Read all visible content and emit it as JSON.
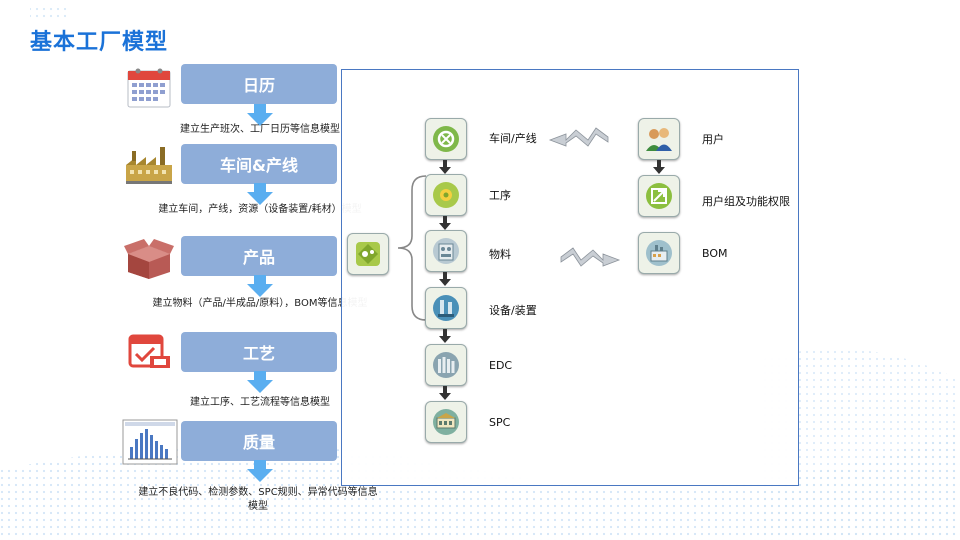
{
  "page": {
    "title": "基本工厂模型"
  },
  "steps": [
    {
      "label": "日历",
      "desc": "建立生产班次、工厂日历等信息模型"
    },
    {
      "label": "车间&产线",
      "desc": "建立车间，产线，资源（设备装置/耗材）模型"
    },
    {
      "label": "产品",
      "desc": "建立物料（产品/半成品/原料），BOM等信息模型"
    },
    {
      "label": "工艺",
      "desc": "建立工序、工艺流程等信息模型"
    },
    {
      "label": "质量",
      "desc": "建立不良代码、检测参数、SPC规则、异常代码等信息模型"
    }
  ],
  "diagram": {
    "nodes": {
      "workshop": "车间/产线",
      "process": "工序",
      "material": "物料",
      "equipment": "设备/装置",
      "edc": "EDC",
      "spc": "SPC",
      "user": "用户",
      "usergroup": "用户组及功能权限",
      "bom": "BOM"
    }
  },
  "colors": {
    "accent": "#1a72d8",
    "step_fill": "#8eadd9",
    "arrow": "#5aaef0",
    "panel_border": "#4a78c2"
  }
}
